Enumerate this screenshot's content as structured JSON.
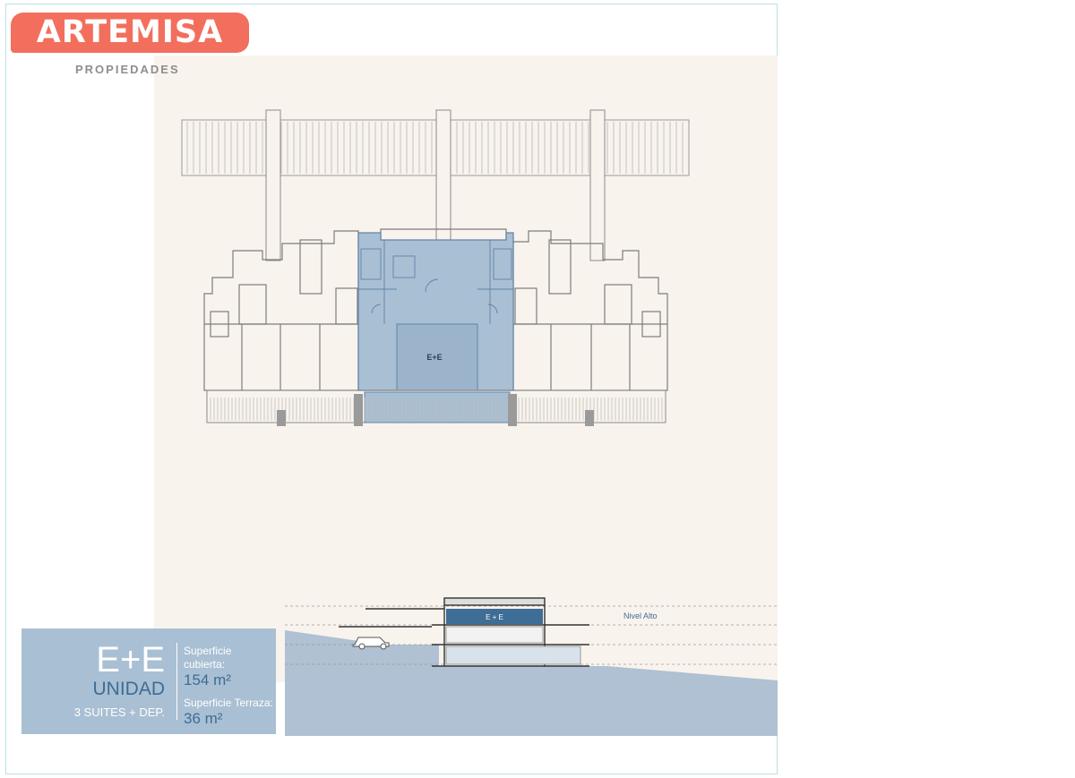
{
  "brand": {
    "logo_text": "ARTEMISA",
    "subtitle": "PROPIEDADES"
  },
  "plan": {
    "unit_label": "E+E"
  },
  "section": {
    "unit_label": "E + E",
    "level_label": "Nivel Alto"
  },
  "unit_info": {
    "code": "E+E",
    "label": "UNIDAD",
    "description": "3 SUITES + DEP.",
    "covered_area_label": "Superficie cubierta:",
    "covered_area_value": "154 m²",
    "terrace_area_label": "Superficie Terraza:",
    "terrace_area_value": "36 m²"
  },
  "colors": {
    "brand_coral": "#f26f5d",
    "highlight_blue": "#a9bfd3",
    "accent_navy": "#3e6d95",
    "plan_background": "#f9f3ed"
  }
}
